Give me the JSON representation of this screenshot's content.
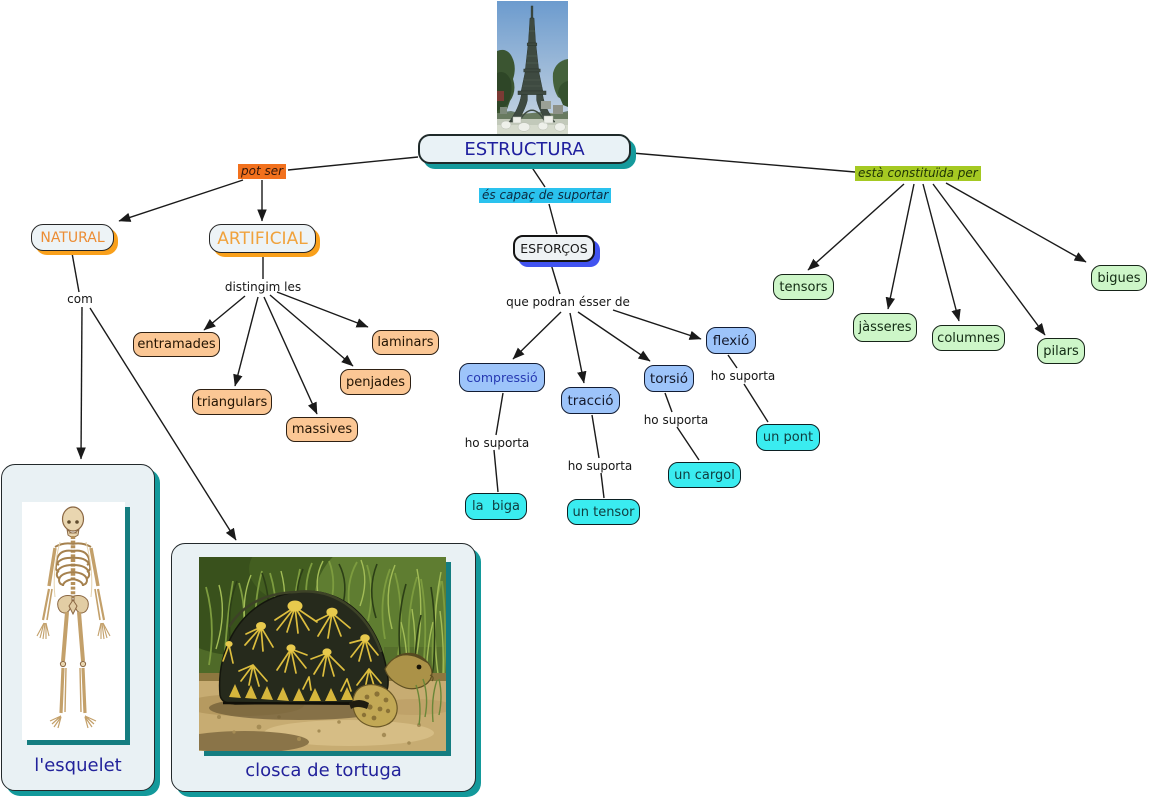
{
  "title": "ESTRUCTURA concept map",
  "concepts": {
    "estructura": "ESTRUCTURA",
    "natural": "NATURAL",
    "artificial": "ARTIFICIAL",
    "esforcos": "ESFORÇOS",
    "entramades": "entramades",
    "triangulars": "triangulars",
    "massives": "massives",
    "penjades": "penjades",
    "laminars": "laminars",
    "compressio": "compressió",
    "traccio": "tracció",
    "torsio": "torsió",
    "flexio": "flexió",
    "la_biga": "la  biga",
    "un_tensor": "un tensor",
    "un_cargol": "un cargol",
    "un_pont": "un pont",
    "tensors": "tensors",
    "jasseres": "jàsseres",
    "columnes": "columnes",
    "pilars": "pilars",
    "bigues": "bigues",
    "esquelet": "l'esquelet",
    "tortuga": "closca de tortuga"
  },
  "linking_phrases": {
    "pot_ser": "pot ser",
    "es_capac": "és capaç de suportar",
    "esta_constituida": "està constituïda per",
    "com": "com",
    "distingim_les": "distingim les",
    "que_podran": "que podran ésser de",
    "ho_suporta_compressio": "ho suporta",
    "ho_suporta_traccio": "ho suporta",
    "ho_suporta_torsio": "ho suporta",
    "ho_suporta_flexio": "ho suporta"
  },
  "images": {
    "eiffel": "eiffel-tower-photo",
    "skeleton": "human-skeleton-illustration",
    "turtle": "radiated-tortoise-photo"
  },
  "colors": {
    "background": "#ffffff",
    "line": "#1a1a1a",
    "main_node_fill": "#e9f2f6",
    "main_node_shadow": "#159a9c",
    "main_node_text": "#20209f",
    "topic_node_fill": "#edf3f6",
    "topic_node_shadow": "#f9a01b",
    "topic_node_text": "#ec8c33",
    "efforts_node_shadow": "#4153f0",
    "orange_node_fill": "#fbc795",
    "blue_node_fill": "#9dc4fa",
    "blue_node_text_navy": "#2639b2",
    "cyan_node_fill": "#3aecf0",
    "green_node_fill": "#cdf6c8",
    "label_orange_bg": "#f2711d",
    "label_cyan_bg": "#2ac2ee",
    "label_green_bg": "#a5c922",
    "image_box_fill": "#e9f1f4",
    "image_box_shadow": "#13999b",
    "caption_text": "#22229b"
  }
}
